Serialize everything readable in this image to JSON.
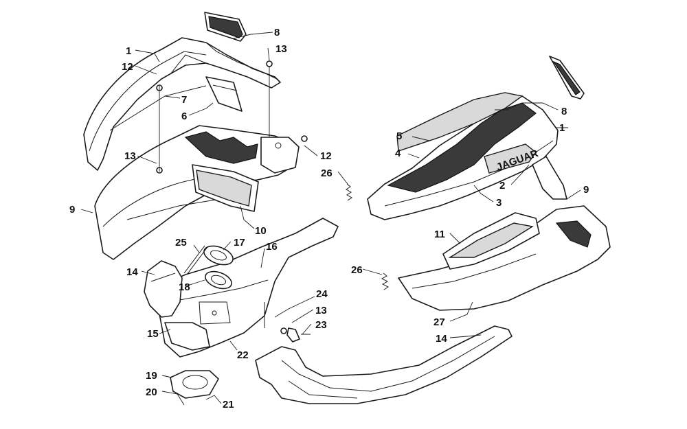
{
  "diagram": {
    "callouts": {
      "c1a": "1",
      "c12a": "12",
      "c8a": "8",
      "c13a": "13",
      "c7": "7",
      "c6": "6",
      "c13b": "13",
      "c12b": "12",
      "c26a": "26",
      "c9a": "9",
      "c10": "10",
      "c8b": "8",
      "c5": "5",
      "c4": "4",
      "c1b": "1",
      "c2": "2",
      "c3": "3",
      "c9b": "9",
      "c11": "11",
      "c25": "25",
      "c17": "17",
      "c16": "16",
      "c14a": "14",
      "c18": "18",
      "c26b": "26",
      "c24": "24",
      "c13c": "13",
      "c23": "23",
      "c15": "15",
      "c22": "22",
      "c27": "27",
      "c14b": "14",
      "c19": "19",
      "c20": "20",
      "c21": "21"
    },
    "decal_text": "JAGUAR"
  }
}
